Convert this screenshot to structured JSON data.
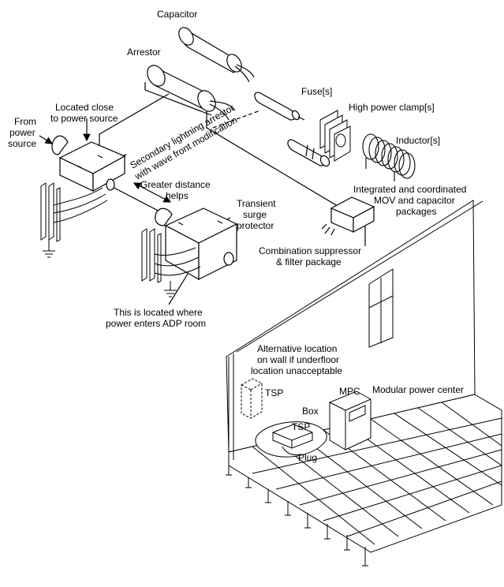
{
  "labels": {
    "capacitor": "Capacitor",
    "arrestor": "Arrestor",
    "fuse": "Fuse[s]",
    "high_power_clamp": "High power clamp[s]",
    "inductor": "Inductor[s]",
    "located_close_1": "Located close",
    "located_close_2": "to power source",
    "from_power_1": "From",
    "from_power_2": "power",
    "from_power_3": "source",
    "secondary_arrestor_1": "Secondary lightning arrestor",
    "secondary_arrestor_2": "with wave front modification",
    "greater_distance_1": "Greater distance",
    "greater_distance_2": "helps",
    "integrated_1": "Integrated and coordinated",
    "integrated_2": "MOV and capacitor",
    "integrated_3": "packages",
    "transient_1": "Transient",
    "transient_2": "surge",
    "transient_3": "protector",
    "combination_1": "Combination suppressor",
    "combination_2": "& filter package",
    "located_where_1": "This is located where",
    "located_where_2": "power enters ADP room",
    "alternative_1": "Alternative location",
    "alternative_2": "on wall if underfloor",
    "alternative_3": "location unacceptable",
    "tsp_wall": "TSP",
    "mpc": "MPC",
    "modular_power_center": "Modular power center",
    "box": "Box",
    "tsp_floor": "TSP",
    "plug": "Plug"
  }
}
